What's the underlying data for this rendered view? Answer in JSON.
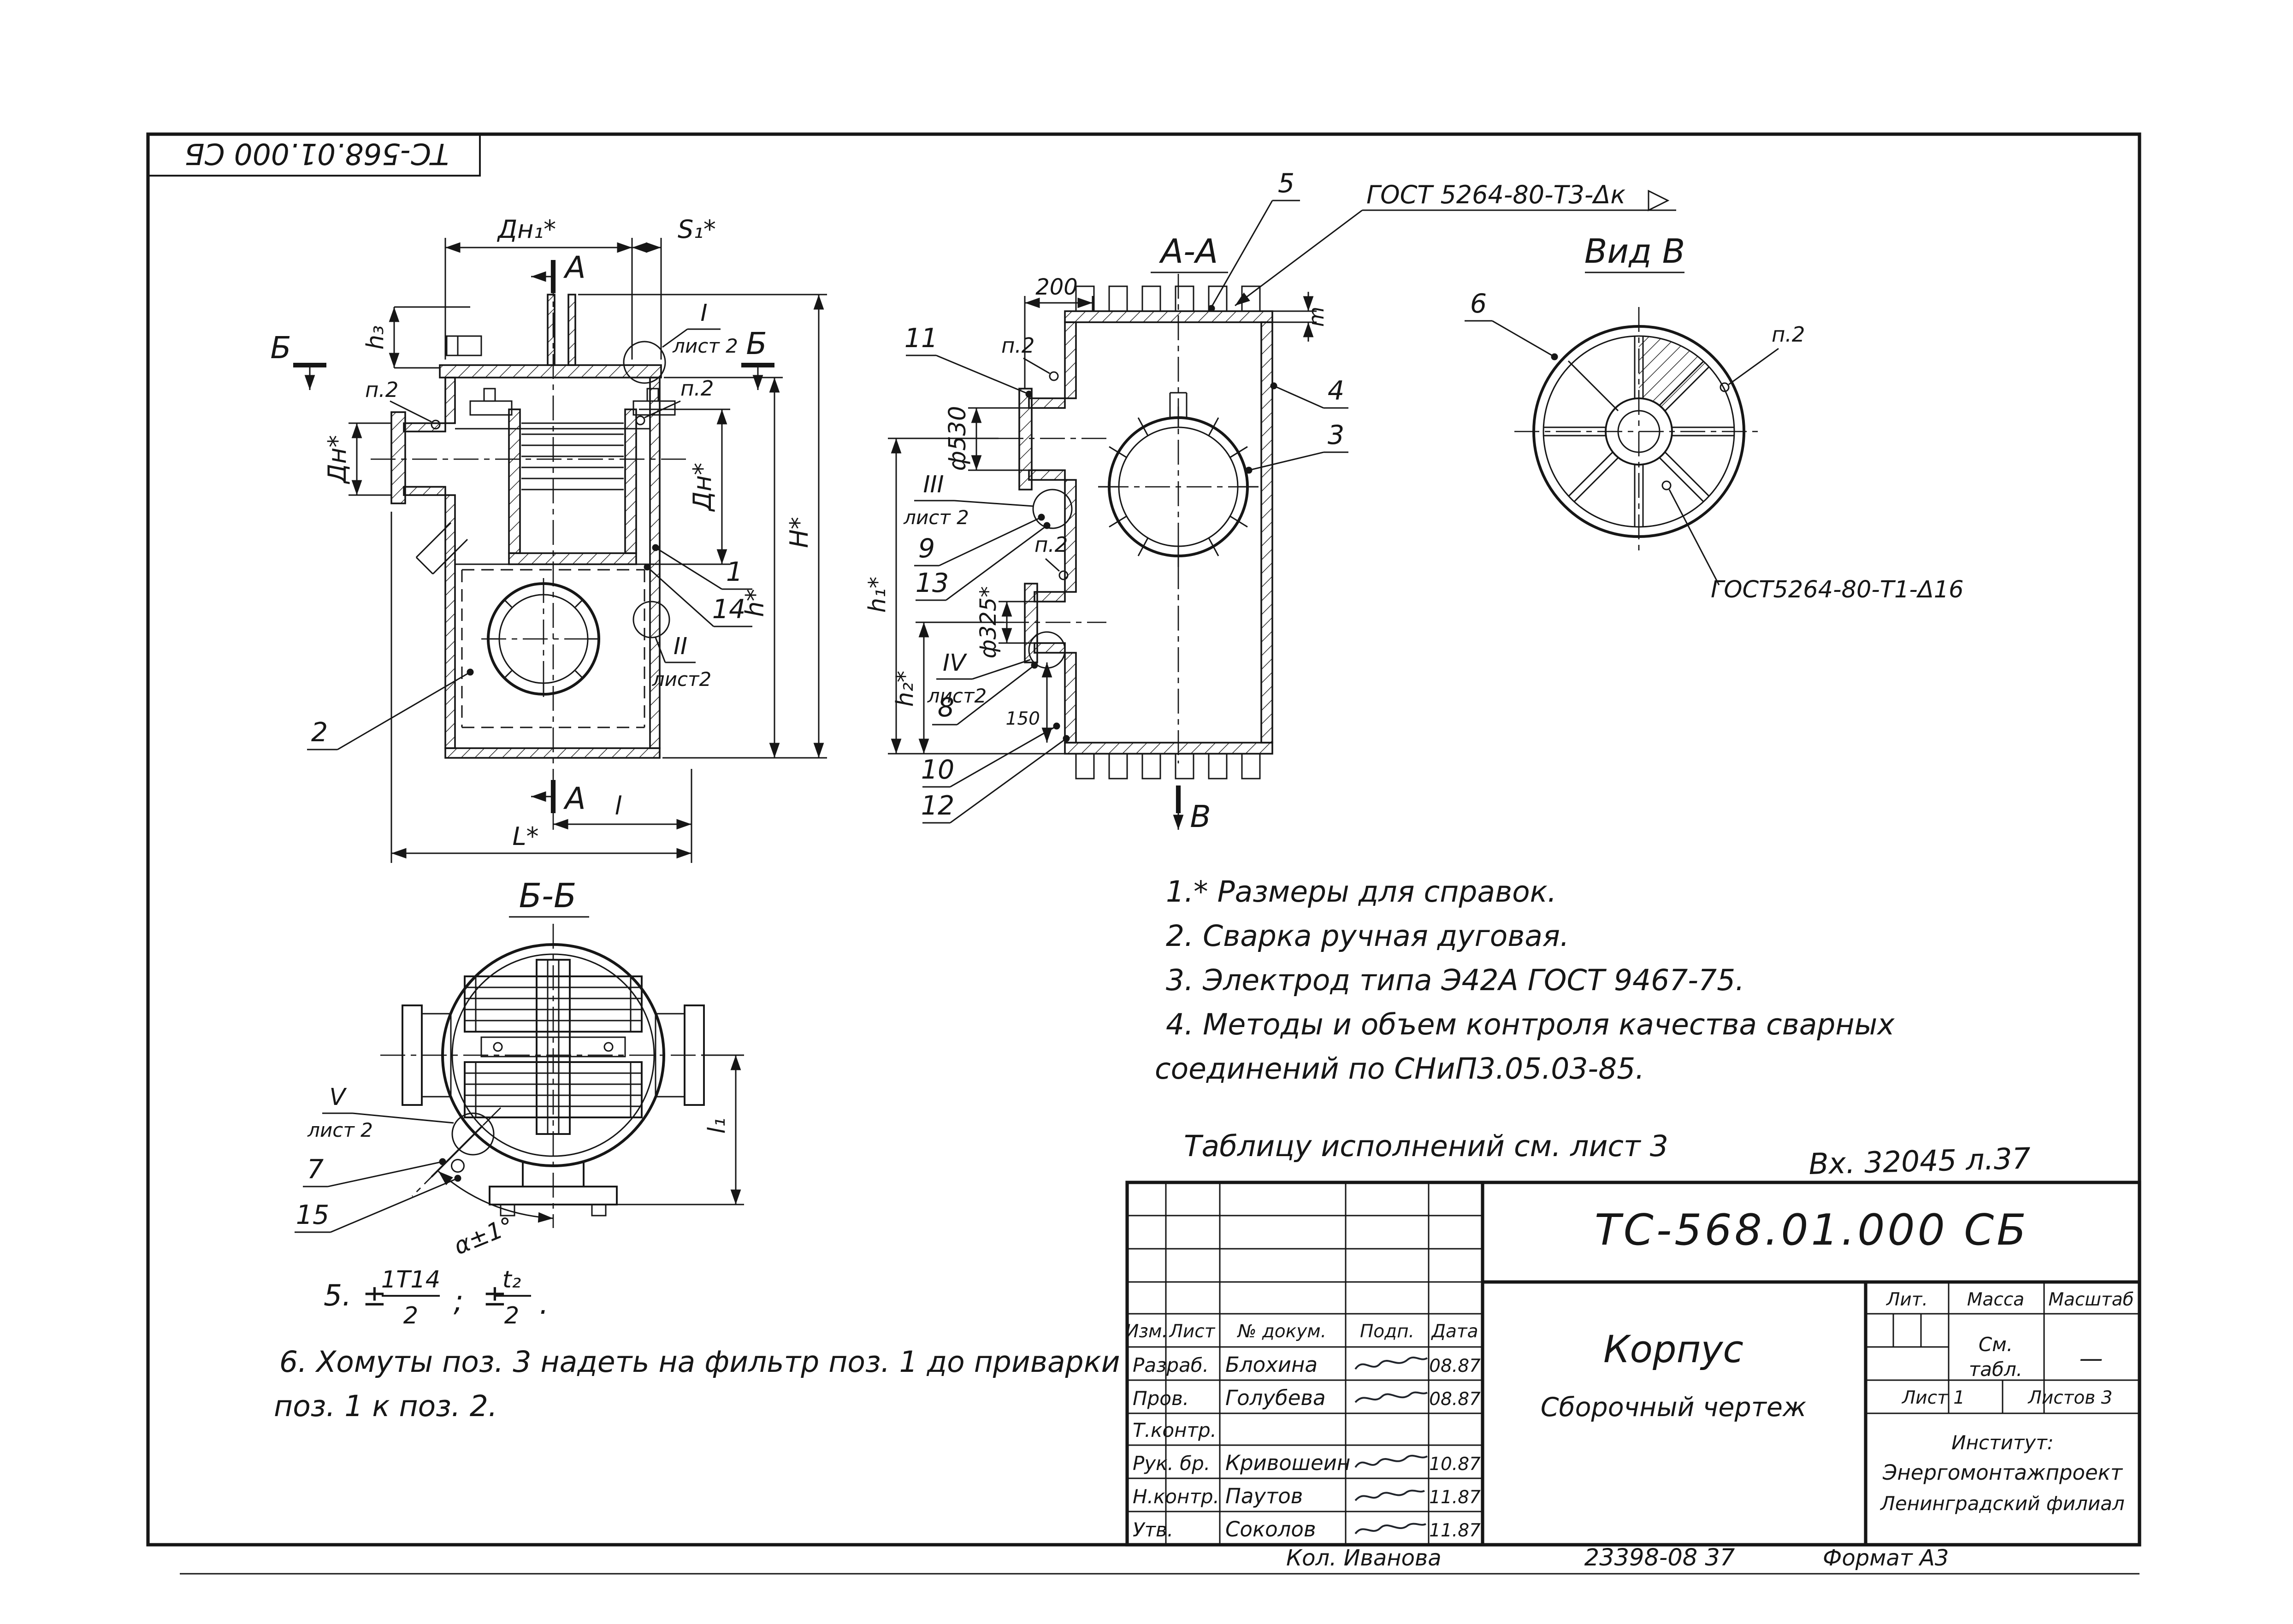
{
  "corner_stamp": "ТС-568.01.000 СБ",
  "front": {
    "letter_a": "А",
    "letter_b": "Б",
    "dn1": "Дн₁*",
    "s1": "S₁*",
    "h3": "h₃",
    "dn_left": "Дн*",
    "dn_right": "Дн*",
    "H": "H*",
    "h": "h*",
    "L": "L*",
    "l": "l",
    "p2": "п.2",
    "i1": "1",
    "i2": "2",
    "i14": "14",
    "det1": "I",
    "det1_sheet": "лист 2",
    "det2": "II",
    "det2_sheet": "лист2"
  },
  "aa": {
    "title": "А-А",
    "gost_weld": "ГОСТ 5264-80-Т3-Δк",
    "d200": "200",
    "f530": "ф530",
    "f325": "ф325*",
    "h1": "h₁*",
    "h2": "h₂*",
    "d150": "150",
    "m": "m",
    "p2": "п.2",
    "i3": "3",
    "i4": "4",
    "i5": "5",
    "i8": "8",
    "i9": "9",
    "i10": "10",
    "i11": "11",
    "i12": "12",
    "i13": "13",
    "det3": "III",
    "det3_sheet": "лист 2",
    "det4": "IV",
    "det4_sheet": "лист2",
    "view_letter": "В"
  },
  "vb": {
    "title": "Вид В",
    "i6": "6",
    "p2": "п.2",
    "gost_weld": "ГОСТ5264-80-Т1-Δ16"
  },
  "bb": {
    "title": "Б-Б",
    "i7": "7",
    "i15": "15",
    "angle": "α±1°",
    "l1": "l₁",
    "det5": "V",
    "det5_sheet": "лист 2"
  },
  "notes": {
    "n1": "1.* Размеры для справок.",
    "n2": "2.  Сварка ручная дуговая.",
    "n3": "3.  Электрод типа Э42А ГОСТ 9467-75.",
    "n4a": "4.  Методы и объем контроля качества сварных",
    "n4b": "соединений  по  СНиП3.05.03-85.",
    "n5_prefix": "5.",
    "n5_pm1": "±",
    "n5_f1n": "1Т14",
    "n5_f1d": "2",
    "n5_sep": ";",
    "n5_pm2": "±",
    "n5_f2n": "t₂",
    "n5_f2d": "2",
    "n5_end": ".",
    "n6a": "6.  Хомуты  поз. 3  надеть  на фильтр  поз. 1  до приварки",
    "n6b": "поз. 1  к  поз. 2."
  },
  "table_ref": "Таблицу  исполнений  см. лист 3",
  "incoming": "Вх. 32045 л.37",
  "tb": {
    "doc_number": "ТС-568.01.000 СБ",
    "name": "Корпус",
    "type": "Сборочный чертеж",
    "col_izm": "Изм.",
    "col_list": "Лист",
    "col_doc": "№ докум.",
    "col_podp": "Подп.",
    "col_data": "Дата",
    "rows": [
      {
        "role": "Разраб.",
        "name": "Блохина",
        "date": "08.87"
      },
      {
        "role": "Пров.",
        "name": "Голубева",
        "date": "08.87"
      },
      {
        "role": "Т.контр.",
        "name": "",
        "date": ""
      },
      {
        "role": "Рук. бр.",
        "name": "Кривошеин",
        "date": "10.87"
      },
      {
        "role": "Н.контр.",
        "name": "Паутов",
        "date": "11.87"
      },
      {
        "role": "Утв.",
        "name": "Соколов",
        "date": "11.87"
      }
    ],
    "lit_label": "Лит.",
    "mass_label": "Масса",
    "scale_label": "Масштаб",
    "mass_value1": "См.",
    "mass_value2": "табл.",
    "scale_value": "—",
    "sheet": "Лист 1",
    "sheets": "Листов 3",
    "org1": "Институт:",
    "org2": "Энергомонтажпроект",
    "org3": "Ленинградский филиал"
  },
  "footer": {
    "kol": "Кол. Иванова",
    "code": "23398-08  37",
    "format": "Формат А3"
  }
}
